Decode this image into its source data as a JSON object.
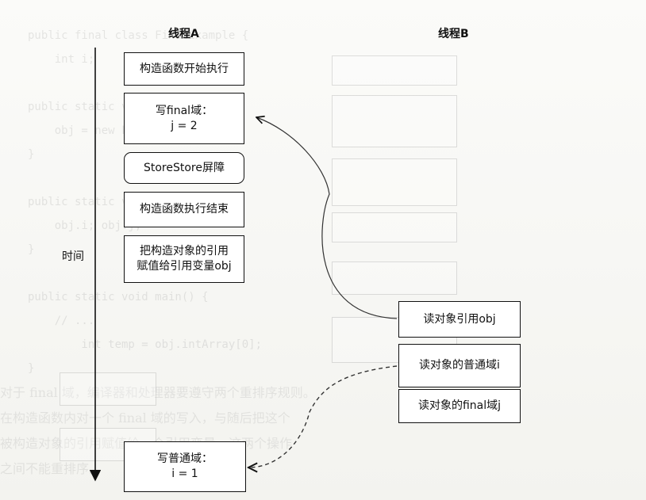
{
  "thread_a": {
    "title": "线程A",
    "steps": [
      {
        "lines": [
          "构造函数开始执行"
        ]
      },
      {
        "lines": [
          "写final域：",
          "j = 2"
        ]
      },
      {
        "lines": [
          "StoreStore屏障"
        ]
      },
      {
        "lines": [
          "构造函数执行结束"
        ]
      },
      {
        "lines": [
          "把构造对象的引用",
          "赋值给引用变量obj"
        ]
      },
      {
        "lines": [
          "写普通域：",
          "i = 1"
        ]
      }
    ]
  },
  "thread_b": {
    "title": "线程B",
    "steps": [
      {
        "lines": [
          "读对象引用obj"
        ]
      },
      {
        "lines": [
          "读对象的普通域i"
        ]
      },
      {
        "lines": [
          "读对象的final域j"
        ]
      }
    ]
  },
  "time_axis": {
    "label": "时间"
  },
  "colors": {
    "ink": "#111111",
    "arrow": "#444444",
    "paper": "#fdfdfb"
  }
}
